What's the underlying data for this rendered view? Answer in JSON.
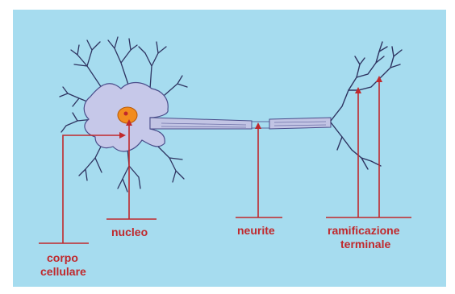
{
  "colors": {
    "background": "#a6dcef",
    "border": "#ffffff",
    "cell_fill": "#c6c8e9",
    "cell_stroke": "#4a4d8a",
    "nucleus_fill": "#f28c1e",
    "nucleus_stroke": "#b85a08",
    "axon_fill": "#c2c4e4",
    "branch_stroke": "#2e3360",
    "pointer": "#c0282c",
    "label_text": "#c0282c"
  },
  "labels": {
    "corpo_line1": "corpo",
    "corpo_line2": "cellulare",
    "nucleo": "nucleo",
    "neurite": "neurite",
    "ramificazione_line1": "ramificazione",
    "ramificazione_line2": "terminale"
  }
}
